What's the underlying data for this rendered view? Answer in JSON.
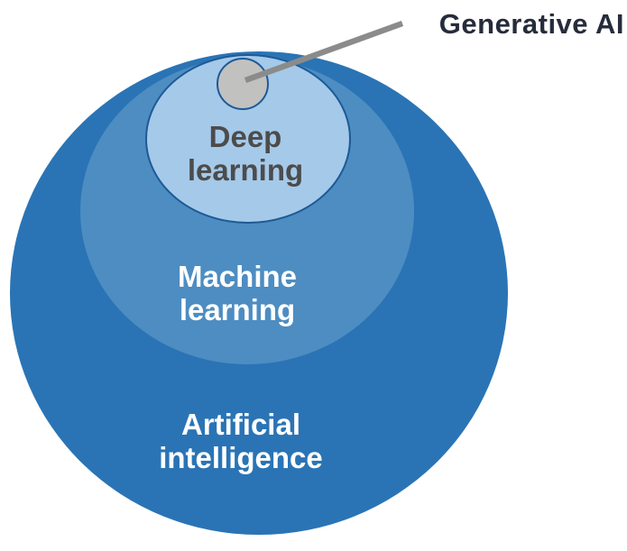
{
  "diagram": {
    "type": "nested-circles",
    "hierarchy_outer_to_inner": [
      "Artificial intelligence",
      "Machine learning",
      "Deep learning",
      "Generative AI"
    ]
  },
  "labels": {
    "generative_ai": "Generative AI",
    "deep_learning": [
      "Deep",
      "learning"
    ],
    "machine_learning": [
      "Machine",
      "learning"
    ],
    "artificial_intelligence": [
      "Artificial",
      "intelligence"
    ]
  },
  "colors": {
    "background": "#ffffff",
    "ai_fill": "#2a74b5",
    "ml_fill": "#4d8dc2",
    "dl_fill": "#a5c9e9",
    "circle_border": "#1d5a96",
    "genai_fill": "#c1c1c0",
    "connector_line": "#8b8b8b",
    "callout_text": "#262c3b",
    "dl_text": "#4c4c4c",
    "light_text": "#ffffff"
  }
}
